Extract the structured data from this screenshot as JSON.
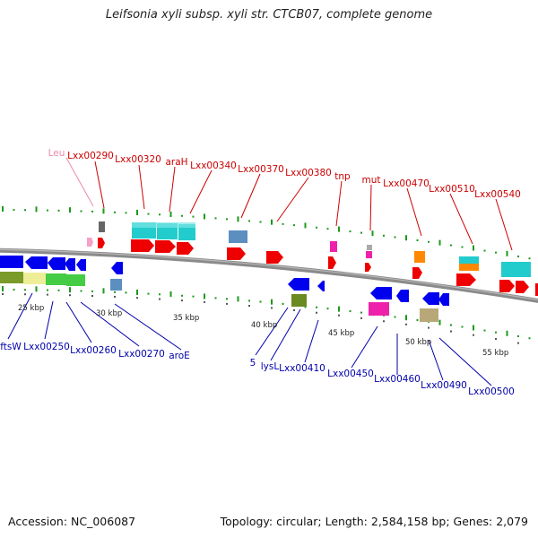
{
  "title": "Leifsonia xyli subsp. xyli str. CTCB07, complete genome",
  "footer": {
    "accession": "Accession: NC_006087",
    "topology": "Topology: circular; Length: 2,584,158 bp; Genes: 2,079"
  },
  "colors": {
    "forward_label": "#cc0000",
    "reverse_label": "#0000aa",
    "rrna_label": "#ee88aa",
    "backbone": "#888888",
    "gc_tick": "#00aa00",
    "cds_forward": "#ff0000",
    "cds_reverse": "#0000ff"
  },
  "scale_labels": [
    "25 kbp",
    "30 kbp",
    "35 kbp",
    "40 kbp",
    "45 kbp",
    "50 kbp",
    "55 kbp"
  ],
  "forward_gene_labels": [
    "Leu",
    "Lxx00290",
    "Lxx00320",
    "araH",
    "Lxx00340",
    "Lxx00370",
    "Lxx00380",
    "tnp",
    "mut",
    "Lxx00470",
    "Lxx00510",
    "Lxx00540"
  ],
  "reverse_gene_labels": [
    "ftsW",
    "Lxx00250",
    "Lxx00260",
    "Lxx00270",
    "aroE",
    "5",
    "lysL",
    "Lxx00410",
    "Lxx00450",
    "Lxx00460",
    "Lxx00490",
    "Lxx00500"
  ]
}
